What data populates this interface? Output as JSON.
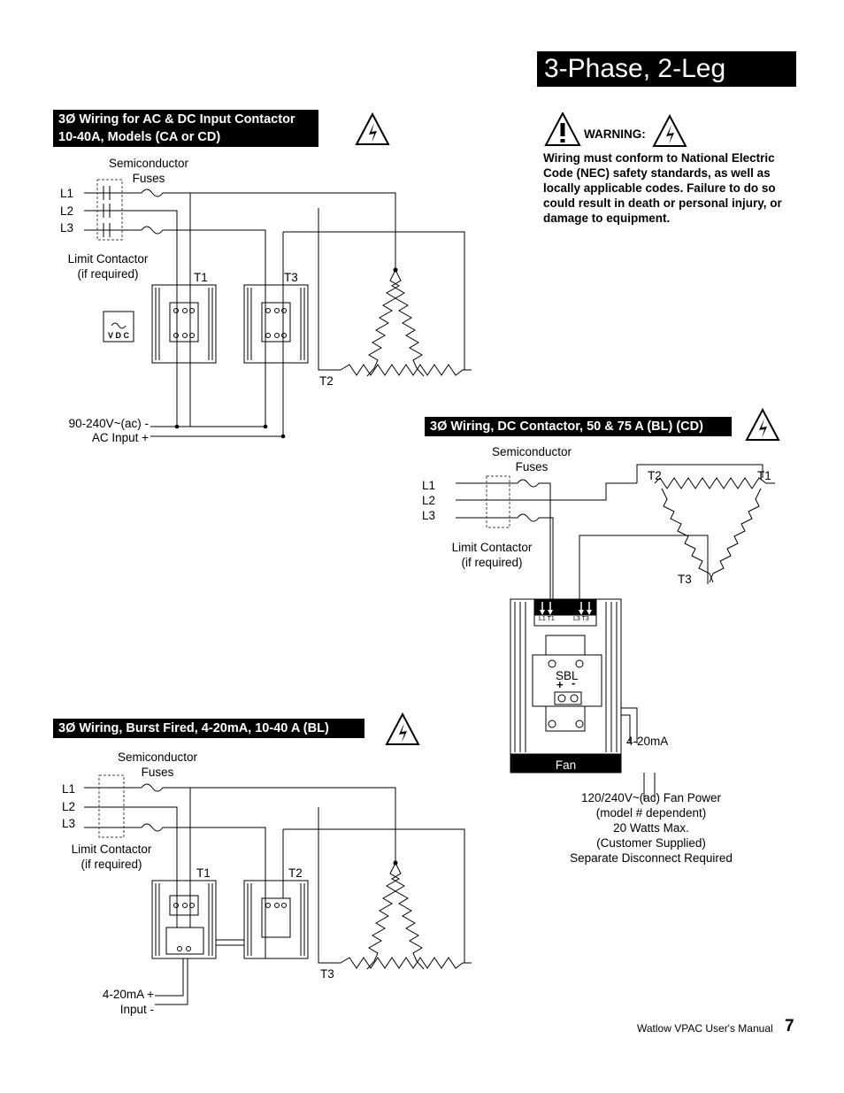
{
  "title": "3-Phase, 2-Leg Wiring",
  "warning": {
    "label": "WARNING:",
    "text": "Wiring must conform to National Electric Code (NEC)  safety standards, as well as locally applicable codes.  Failure to do so could result in death or personal injury, or damage to equipment."
  },
  "section1": {
    "header_line1": "3Ø Wiring for AC & DC Input Contactor",
    "header_line2": "10-40A, Models (CA or CD)",
    "fuses_line1": "Semiconductor",
    "fuses_line2": "Fuses",
    "l1": "L1",
    "l2": "L2",
    "l3": "L3",
    "contactor_line1": "Limit Contactor",
    "contactor_line2": "(if required)",
    "t1": "T1",
    "t3": "T3",
    "t2": "T2",
    "vdc": "V D C",
    "ac_line1": "90-240V~(ac)   -",
    "ac_line2": "AC Input  +"
  },
  "section2": {
    "header": "3Ø Wiring, DC Contactor, 50 & 75 A (BL) (CD)",
    "fuses_line1": "Semiconductor",
    "fuses_line2": "Fuses",
    "l1": "L1",
    "l2": "L2",
    "l3": "L3",
    "contactor_line1": "Limit Contactor",
    "contactor_line2": "(if required)",
    "t2": "T2",
    "t1": "T1",
    "t3": "T3",
    "terminal_left": "L1 T1",
    "terminal_right": "L3 T3",
    "sbl": "SBL",
    "sbl_plus": "+",
    "sbl_minus": "-",
    "ma": "4-20mA",
    "fan": "Fan",
    "fan_note_1": "120/240V~(ac) Fan Power",
    "fan_note_2": "(model # dependent)",
    "fan_note_3": "20 Watts Max.",
    "fan_note_4": "(Customer Supplied)",
    "fan_note_5": "Separate Disconnect Required"
  },
  "section3": {
    "header": "3Ø Wiring, Burst Fired, 4-20mA, 10-40 A (BL)",
    "fuses_line1": "Semiconductor",
    "fuses_line2": "Fuses",
    "l1": "L1",
    "l2": "L2",
    "l3": "L3",
    "contactor_line1": "Limit Contactor",
    "contactor_line2": "(if required)",
    "t1": "T1",
    "t2": "T2",
    "t3": "T3",
    "input_line1": "4-20mA  +",
    "input_line2": "Input  -"
  },
  "footer": {
    "manual": "Watlow VPAC User's Manual",
    "page": "7"
  }
}
